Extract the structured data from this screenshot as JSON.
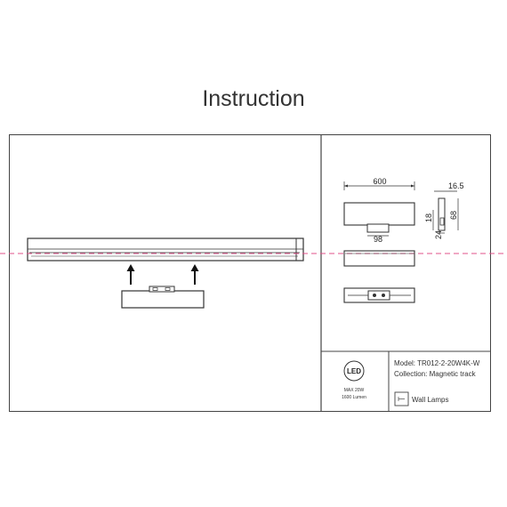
{
  "title": "Instruction",
  "dimensions": {
    "length": "600",
    "top_depth": "16.5",
    "height_total": "68",
    "height_mount": "18",
    "base_width": "98",
    "base_small": "24"
  },
  "badge": {
    "logo_text": "LED",
    "max_power": "MAX 20W",
    "lumens": "1600 Lumen"
  },
  "product": {
    "model": "Model: TR012-2-20W4K-W",
    "collection": "Collection: Magnetic track",
    "category": "Wall Lamps"
  },
  "colors": {
    "guide_line": "#e0508a",
    "line": "#333333"
  }
}
